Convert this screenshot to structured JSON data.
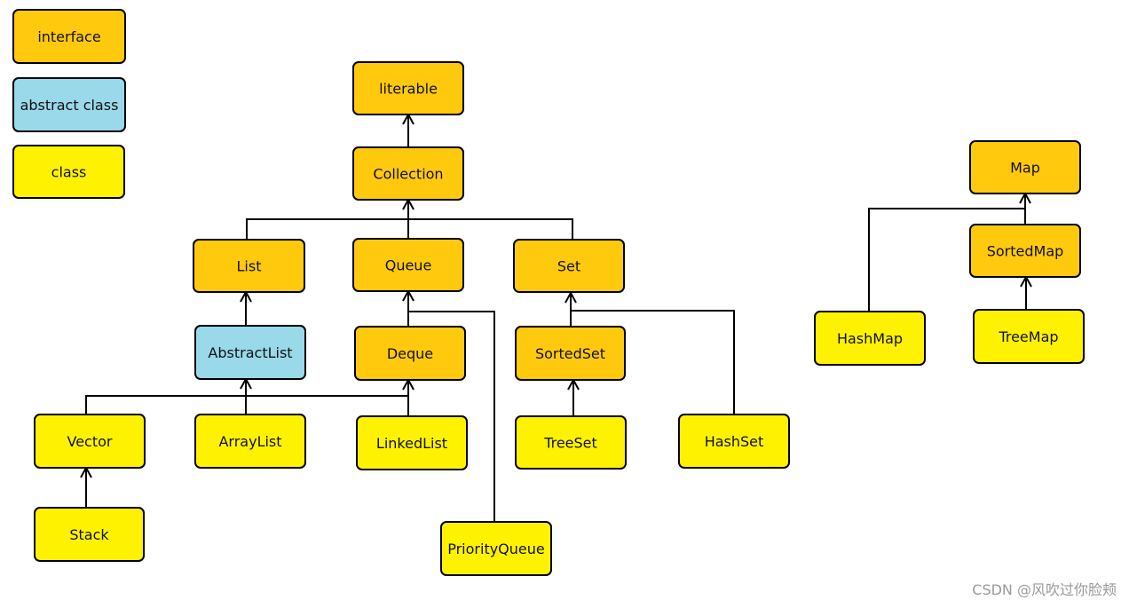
{
  "colors": {
    "interface": "#ffc90e",
    "abstract": "#99d9ea",
    "class": "#fff200",
    "stroke": "#000000"
  },
  "legend": [
    {
      "id": "legend-interface",
      "kind": "interface",
      "label": "interface"
    },
    {
      "id": "legend-abstract",
      "kind": "abstract",
      "label": "abstract class"
    },
    {
      "id": "legend-class",
      "kind": "class",
      "label": "class"
    }
  ],
  "nodes": [
    {
      "id": "iterable",
      "label": "literable",
      "kind": "interface"
    },
    {
      "id": "collection",
      "label": "Collection",
      "kind": "interface"
    },
    {
      "id": "list",
      "label": "List",
      "kind": "interface"
    },
    {
      "id": "queue",
      "label": "Queue",
      "kind": "interface"
    },
    {
      "id": "set",
      "label": "Set",
      "kind": "interface"
    },
    {
      "id": "abstractlist",
      "label": "AbstractList",
      "kind": "abstract"
    },
    {
      "id": "deque",
      "label": "Deque",
      "kind": "interface"
    },
    {
      "id": "sortedset",
      "label": "SortedSet",
      "kind": "interface"
    },
    {
      "id": "vector",
      "label": "Vector",
      "kind": "class"
    },
    {
      "id": "arraylist",
      "label": "ArrayList",
      "kind": "class"
    },
    {
      "id": "linkedlist",
      "label": "LinkedList",
      "kind": "class"
    },
    {
      "id": "treeset",
      "label": "TreeSet",
      "kind": "class"
    },
    {
      "id": "hashset",
      "label": "HashSet",
      "kind": "class"
    },
    {
      "id": "stack",
      "label": "Stack",
      "kind": "class"
    },
    {
      "id": "priorityqueue",
      "label": "PriorityQueue",
      "kind": "class"
    },
    {
      "id": "map",
      "label": "Map",
      "kind": "interface"
    },
    {
      "id": "sortedmap",
      "label": "SortedMap",
      "kind": "interface"
    },
    {
      "id": "hashmap",
      "label": "HashMap",
      "kind": "class"
    },
    {
      "id": "treemap",
      "label": "TreeMap",
      "kind": "class"
    }
  ],
  "edges": [
    {
      "from": "collection",
      "to": "iterable"
    },
    {
      "from": "list",
      "to": "collection"
    },
    {
      "from": "queue",
      "to": "collection"
    },
    {
      "from": "set",
      "to": "collection"
    },
    {
      "from": "abstractlist",
      "to": "list"
    },
    {
      "from": "deque",
      "to": "queue"
    },
    {
      "from": "priorityqueue",
      "to": "queue"
    },
    {
      "from": "sortedset",
      "to": "set"
    },
    {
      "from": "hashset",
      "to": "set"
    },
    {
      "from": "vector",
      "to": "abstractlist"
    },
    {
      "from": "arraylist",
      "to": "abstractlist"
    },
    {
      "from": "linkedlist",
      "to": "abstractlist"
    },
    {
      "from": "linkedlist",
      "to": "deque"
    },
    {
      "from": "treeset",
      "to": "sortedset"
    },
    {
      "from": "stack",
      "to": "vector"
    },
    {
      "from": "sortedmap",
      "to": "map"
    },
    {
      "from": "hashmap",
      "to": "map"
    },
    {
      "from": "treemap",
      "to": "sortedmap"
    }
  ],
  "watermark": "CSDN @风吹过你脸颊"
}
